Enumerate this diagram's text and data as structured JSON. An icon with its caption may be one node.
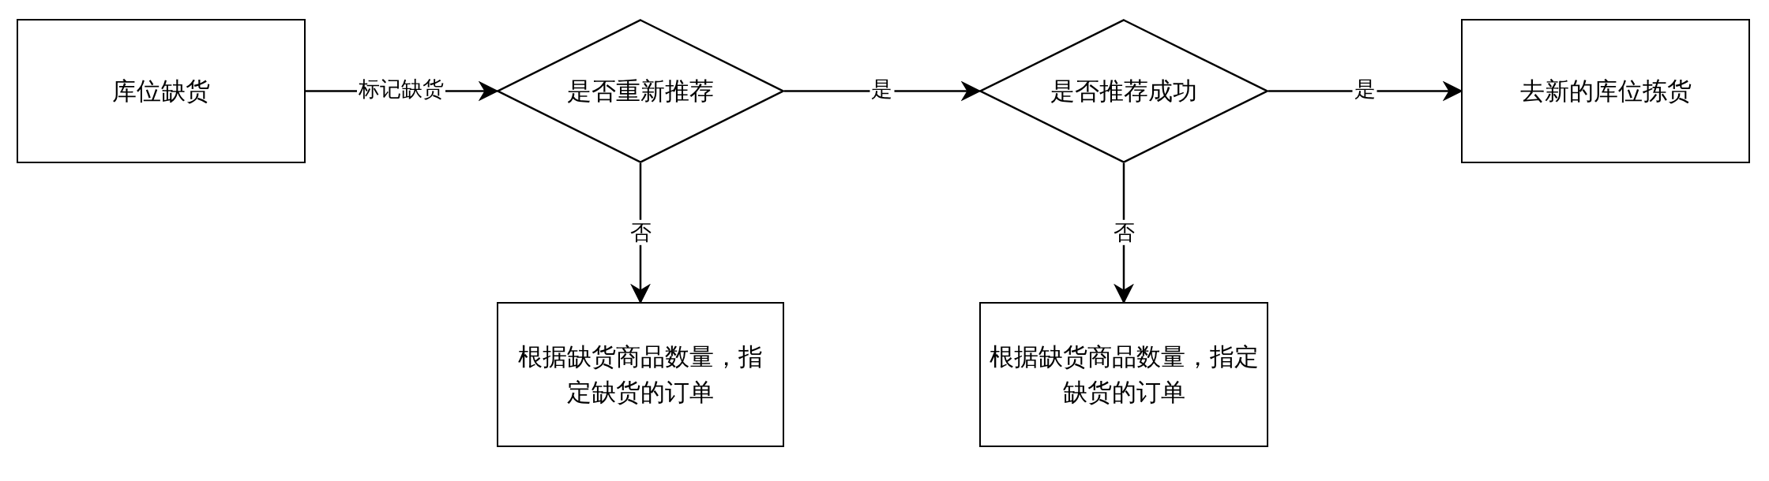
{
  "diagram": {
    "nodes": [
      {
        "text": [
          "库位缺货"
        ]
      },
      {
        "text": [
          "是否重新推荐"
        ]
      },
      {
        "text": [
          "是否推荐成功"
        ]
      },
      {
        "text": [
          "去新的库位拣货"
        ]
      },
      {
        "text": [
          "根据缺货商品数量，指定缺货的订单"
        ]
      },
      {
        "text": [
          "根据缺货商品数量，指定缺货的订单"
        ]
      }
    ],
    "edges": [
      {
        "from": 0,
        "to": 1,
        "arrow": "to",
        "label": "标记缺货"
      },
      {
        "from": 1,
        "to": 2,
        "arrow": "to",
        "label": "是"
      },
      {
        "from": 2,
        "to": 3,
        "arrow": "to",
        "label": "是"
      },
      {
        "from": 1,
        "to": 4,
        "arrow": "to",
        "label": "否"
      },
      {
        "from": 2,
        "to": 5,
        "arrow": "to",
        "label": "否"
      }
    ]
  }
}
